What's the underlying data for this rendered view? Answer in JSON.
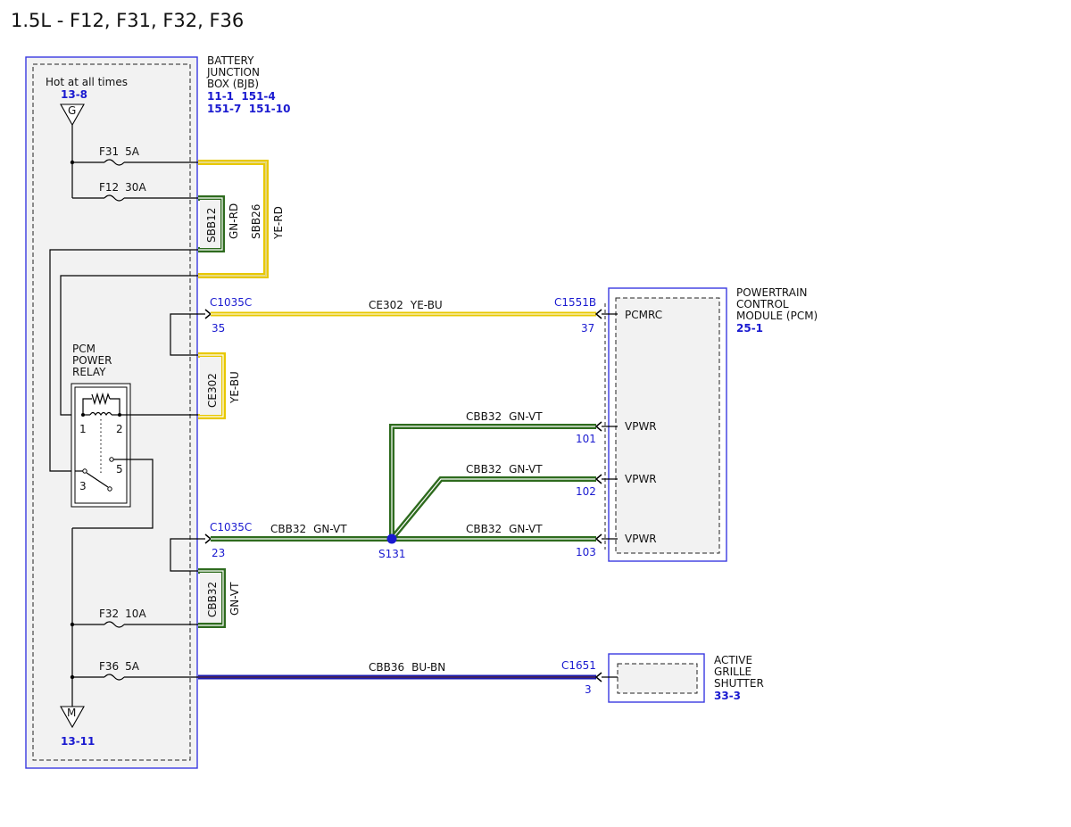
{
  "title": "1.5L - F12, F31, F32, F36",
  "bjb": {
    "label_lines": [
      "BATTERY",
      "JUNCTION",
      "BOX (BJB)"
    ],
    "refs_line1": "11-1  151-4",
    "refs_line2": "151-7  151-10",
    "hot_label": "Hot at all times",
    "hot_ref": "13-8",
    "ground_top_letter": "G",
    "ground_bottom_letter": "M",
    "ground_bottom_ref": "13-11",
    "fuses": [
      {
        "id": "F31",
        "rating": "5A"
      },
      {
        "id": "F12",
        "rating": "30A"
      },
      {
        "id": "F32",
        "rating": "10A"
      },
      {
        "id": "F36",
        "rating": "5A"
      }
    ],
    "sbb12": "SBB12",
    "sbb12_color": "GN-RD",
    "sbb26": "SBB26",
    "sbb26_color": "YE-RD",
    "ce302_box": "CE302",
    "ce302_box_color": "YE-BU",
    "cbb32_box": "CBB32",
    "cbb32_box_color": "GN-VT"
  },
  "relay": {
    "label_lines": [
      "PCM",
      "POWER",
      "RELAY"
    ],
    "pins": [
      "1",
      "2",
      "3",
      "5"
    ]
  },
  "pcm": {
    "label_lines": [
      "POWERTRAIN",
      "CONTROL",
      "MODULE (PCM)"
    ],
    "ref": "25-1",
    "pins": [
      {
        "name": "PCMRC",
        "num": "37",
        "connector": "C1551B"
      },
      {
        "name": "VPWR",
        "num": "101"
      },
      {
        "name": "VPWR",
        "num": "102"
      },
      {
        "name": "VPWR",
        "num": "103"
      }
    ]
  },
  "grille": {
    "label_lines": [
      "ACTIVE",
      "GRILLE",
      "SHUTTER"
    ],
    "ref": "33-3",
    "connector": "C1651",
    "pin": "3"
  },
  "wires": {
    "ce302": {
      "circuit": "CE302",
      "color": "YE-BU",
      "connector": "C1035C",
      "pin": "35"
    },
    "cbb32_main": {
      "circuit": "CBB32",
      "color": "GN-VT",
      "connector": "C1035C",
      "pin": "23"
    },
    "cbb32_101": {
      "circuit": "CBB32",
      "color": "GN-VT"
    },
    "cbb32_102": {
      "circuit": "CBB32",
      "color": "GN-VT"
    },
    "cbb32_103": {
      "circuit": "CBB32",
      "color": "GN-VT"
    },
    "cbb36": {
      "circuit": "CBB36",
      "color": "BU-BN"
    }
  },
  "splice": "S131",
  "colors": {
    "wire_yellow": "#e8c800",
    "wire_green": "#2e6b1e",
    "wire_blue": "#1a1ab0",
    "ref_blue": "#1a1ad0",
    "box_border": "#3a3ae0",
    "box_fill": "#f2f2f2"
  }
}
